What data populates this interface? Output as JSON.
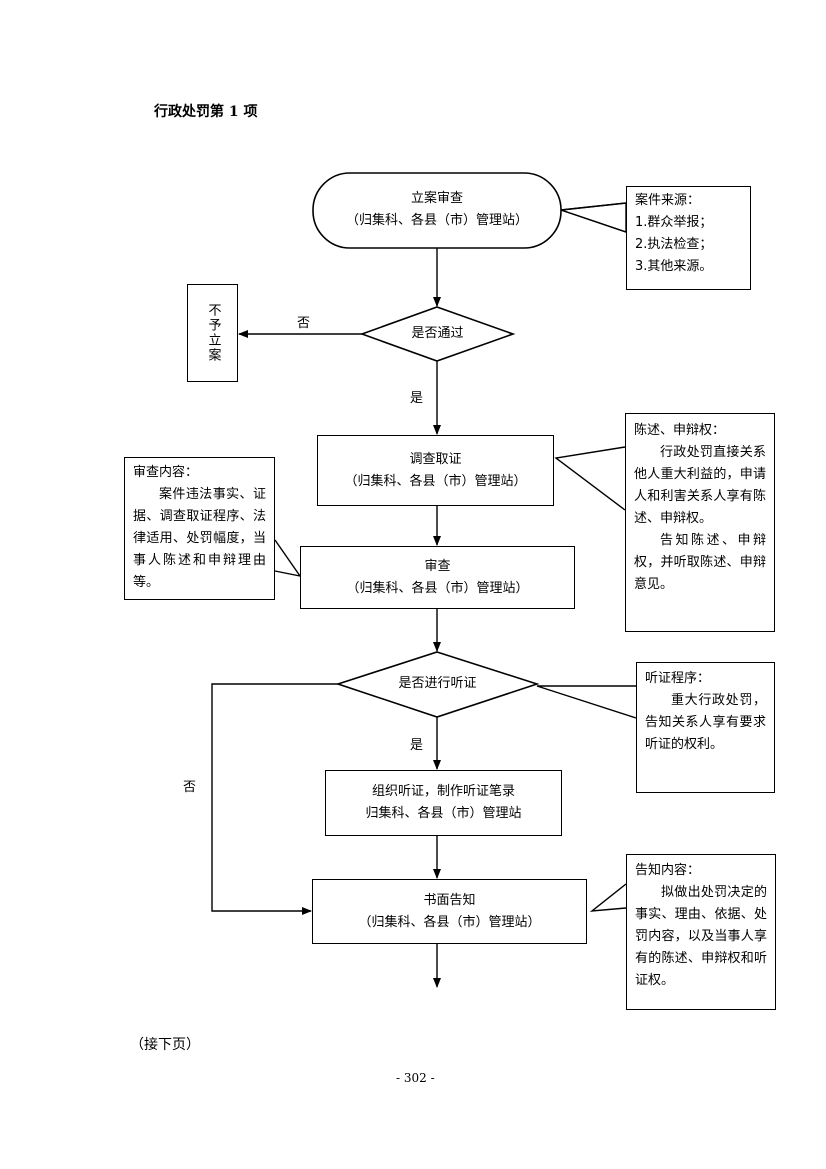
{
  "title": "行政处罚第 1 项",
  "nodes": {
    "start": {
      "line1": "立案审查",
      "line2": "（归集科、各县（市）管理站）"
    },
    "decision_pass": {
      "label": "是否通过"
    },
    "reject": {
      "label": "不予立案"
    },
    "investigate": {
      "line1": "调查取证",
      "line2": "（归集科、各县（市）管理站）"
    },
    "review": {
      "line1": "审查",
      "line2": "（归集科、各县（市）管理站）"
    },
    "decision_hearing": {
      "label": "是否进行听证"
    },
    "hearing": {
      "line1": "组织听证，制作听证笔录",
      "line2": "归集科、各县（市）管理站"
    },
    "notify": {
      "line1": "书面告知",
      "line2": "（归集科、各县（市）管理站）"
    }
  },
  "edge_labels": {
    "no_top": "否",
    "yes_1": "是",
    "yes_2": "是",
    "no_left": "否"
  },
  "notes": {
    "source": {
      "heading": "案件来源：",
      "items": [
        "1.群众举报；",
        "2.执法检查；",
        "3.其他来源。"
      ]
    },
    "statement": {
      "heading": "陈述、申辩权：",
      "p1": "行政处罚直接关系他人重大利益的，申请人和利害关系人享有陈述、申辩权。",
      "p2": "告知陈述、申辩权，并听取陈述、申辩意见。"
    },
    "review_content": {
      "heading": "审查内容：",
      "body": "案件违法事实、证据、调查取证程序、法律适用、处罚幅度，当事人陈述和申辩理由等。"
    },
    "hearing_proc": {
      "heading": "听证程序：",
      "body": "重大行政处罚，告知关系人享有要求听证的权利。"
    },
    "notify_content": {
      "heading": "告知内容：",
      "body": "拟做出处罚决定的事实、理由、依据、处罚内容，以及当事人享有的陈述、申辩权和听证权。"
    }
  },
  "footer": {
    "continue": "（接下页）",
    "page": "- 302 -"
  }
}
